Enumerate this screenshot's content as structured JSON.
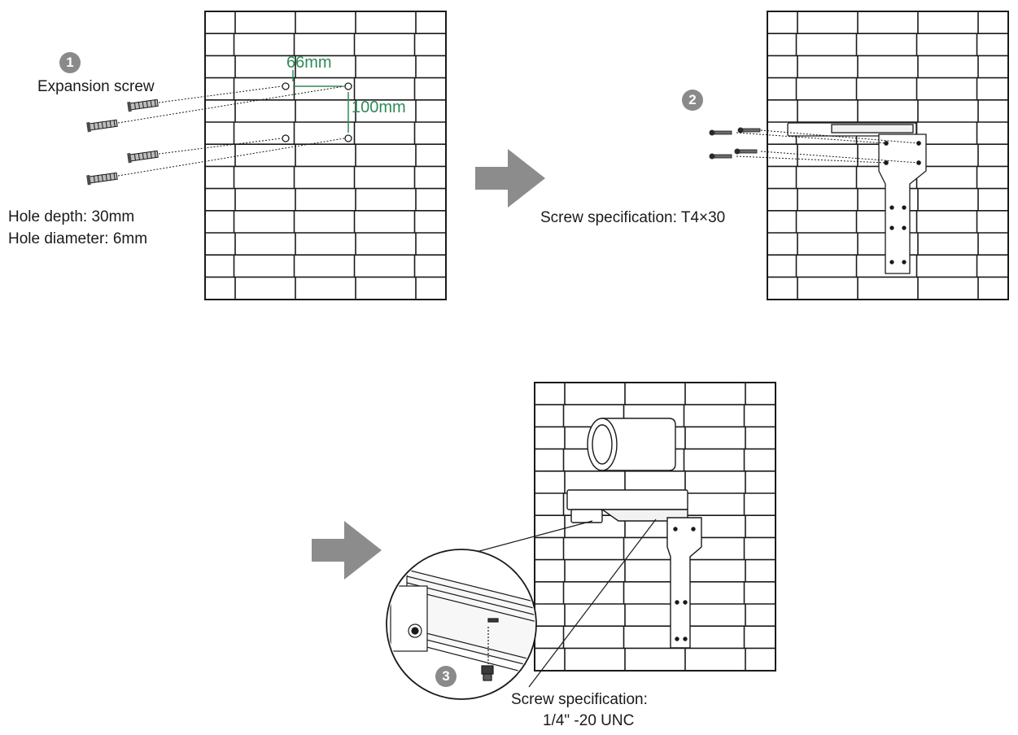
{
  "colors": {
    "dimension": "#2e8b57",
    "arrow": "#8c8c8c",
    "line": "#1a1a1a",
    "badge": "#8a8a8a"
  },
  "step1": {
    "badge": "1",
    "expansion_screw_label": "Expansion screw",
    "dim_horizontal": "66mm",
    "dim_vertical": "100mm",
    "hole_depth": "Hole depth: 30mm",
    "hole_diameter": "Hole diameter: 6mm"
  },
  "step2": {
    "badge": "2",
    "screw_spec": "Screw specification: T4×30"
  },
  "step3": {
    "badge": "3",
    "screw_spec_line1": "Screw specification:",
    "screw_spec_line2": "1/4\" -20 UNC"
  },
  "icons": [
    "expansion-screw-icon",
    "flow-arrow-icon",
    "camera-icon",
    "wall-bracket-icon"
  ]
}
